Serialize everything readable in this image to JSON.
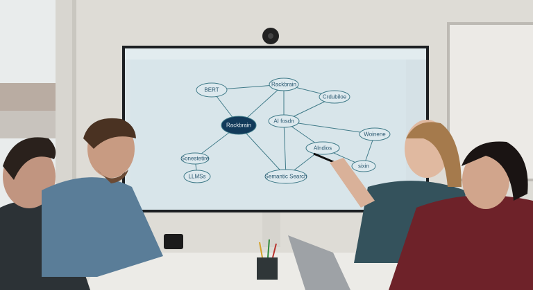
{
  "scene": {
    "description_labels": [
      "meeting-room",
      "wall-display",
      "whiteboard"
    ],
    "diagram": {
      "nodes": [
        {
          "id": "bert",
          "label": "BERT",
          "dark": false
        },
        {
          "id": "rackbrain_top",
          "label": "Rackbrain",
          "dark": false
        },
        {
          "id": "crdubiloe",
          "label": "Crdubiloe",
          "dark": false
        },
        {
          "id": "rackbrain_center",
          "label": "Rackbrain",
          "dark": true
        },
        {
          "id": "ai",
          "label": "AI fosdn",
          "dark": false
        },
        {
          "id": "woinene",
          "label": "Woinene",
          "dark": false
        },
        {
          "id": "alndios",
          "label": "Alndios",
          "dark": false
        },
        {
          "id": "sixin",
          "label": "sixin",
          "dark": false
        },
        {
          "id": "sonestetire",
          "label": "Sonestetire",
          "dark": false
        },
        {
          "id": "llms",
          "label": "LLMSs",
          "dark": false
        },
        {
          "id": "semantic",
          "label": "Semantic Search",
          "dark": false
        }
      ]
    },
    "colors": {
      "wall": "#dcdad4",
      "screen": "#d6e3e8",
      "node_dark": "#123a5a",
      "edge": "#3f7a88"
    }
  }
}
